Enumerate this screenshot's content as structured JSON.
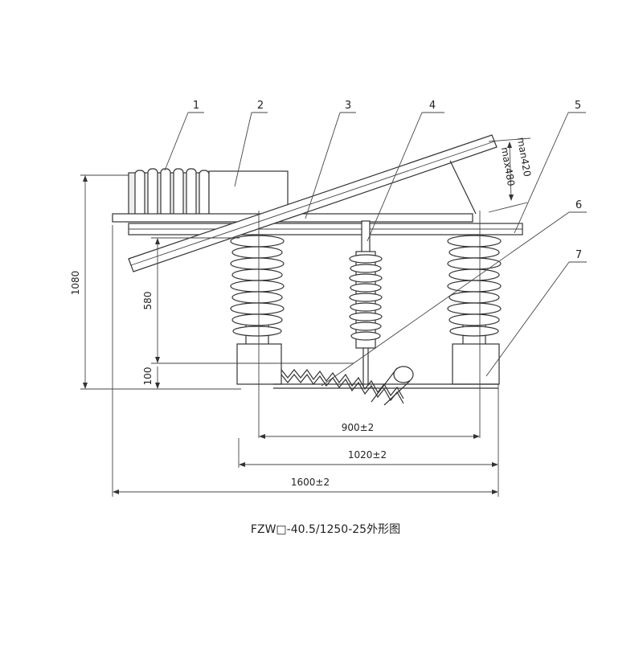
{
  "part_numbers": [
    "1",
    "2",
    "3",
    "4",
    "5",
    "6",
    "7"
  ],
  "dimensions": {
    "height_total": "1080",
    "height_insulator": "580",
    "height_base": "100",
    "open_min": "man420",
    "open_max": "max480",
    "span_900": "900±2",
    "span_1020": "1020±2",
    "span_1600": "1600±2"
  },
  "caption": "FZW□-40.5/1250-25外形图"
}
